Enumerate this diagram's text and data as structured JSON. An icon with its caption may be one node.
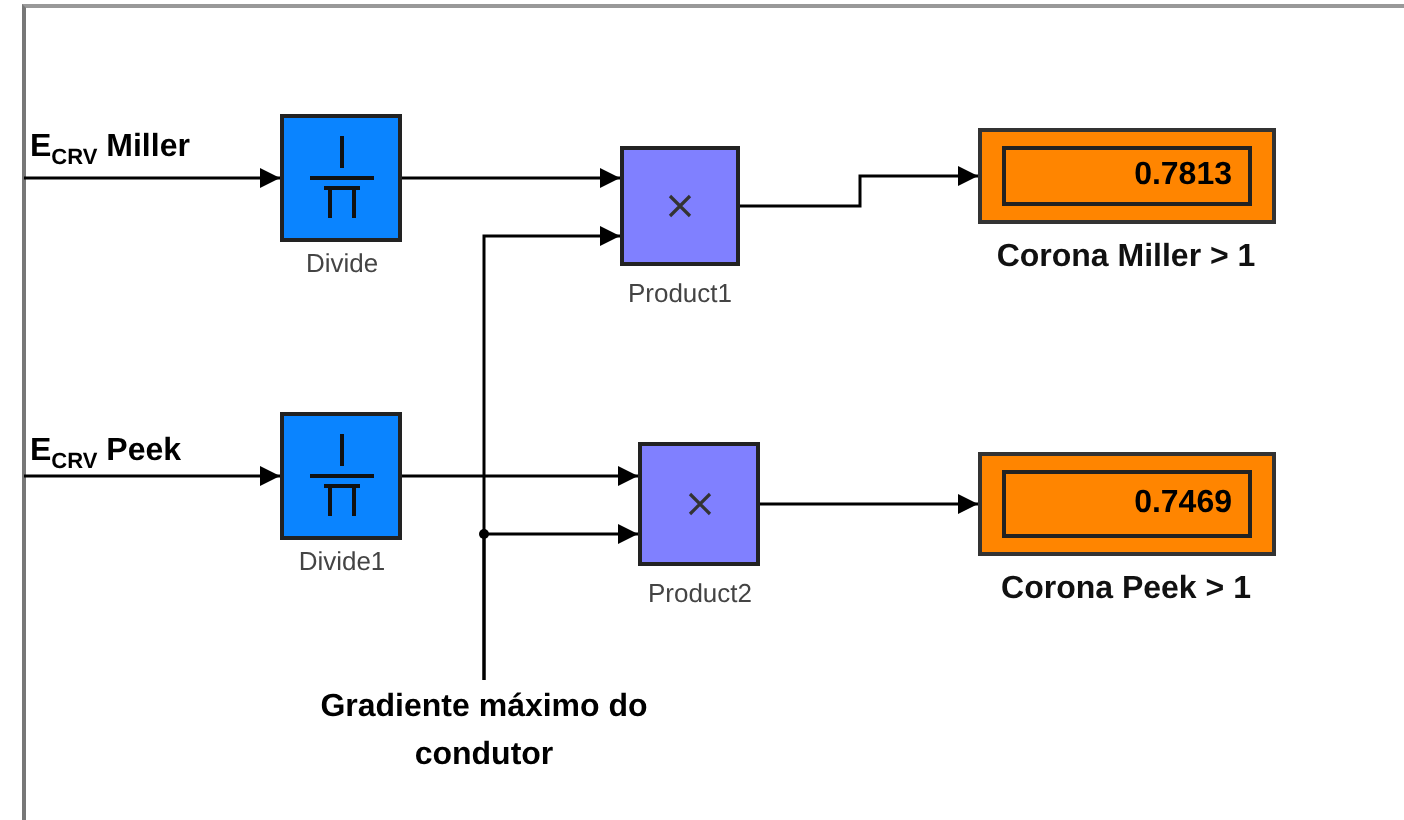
{
  "diagram": {
    "nodes": [
      {
        "text": [
          "E$_{CRV}$ Miller"
        ]
      },
      {
        "text": [
          "Divide"
        ]
      },
      {
        "text": [
          "Product1"
        ]
      },
      {
        "text": [
          "0.7813",
          "Corona Miller > 1"
        ]
      },
      {
        "text": [
          "E$_{CRV}$ Peek"
        ]
      },
      {
        "text": [
          "Divide1"
        ]
      },
      {
        "text": [
          "Product2"
        ]
      },
      {
        "text": [
          "0.7469",
          "Corona Peek > 1"
        ]
      },
      {
        "text": [
          "Gradiente máximo do condutor"
        ]
      }
    ],
    "edges": [
      {
        "from": 0,
        "to": 1,
        "arrow": "to"
      },
      {
        "from": 1,
        "to": 2,
        "arrow": "to"
      },
      {
        "from": 8,
        "to": 2,
        "arrow": "to"
      },
      {
        "from": 2,
        "to": 3,
        "arrow": "to"
      },
      {
        "from": 4,
        "to": 5,
        "arrow": "to"
      },
      {
        "from": 5,
        "to": 6,
        "arrow": "to"
      },
      {
        "from": 8,
        "to": 6,
        "arrow": "to"
      },
      {
        "from": 6,
        "to": 7,
        "arrow": "to"
      }
    ]
  }
}
